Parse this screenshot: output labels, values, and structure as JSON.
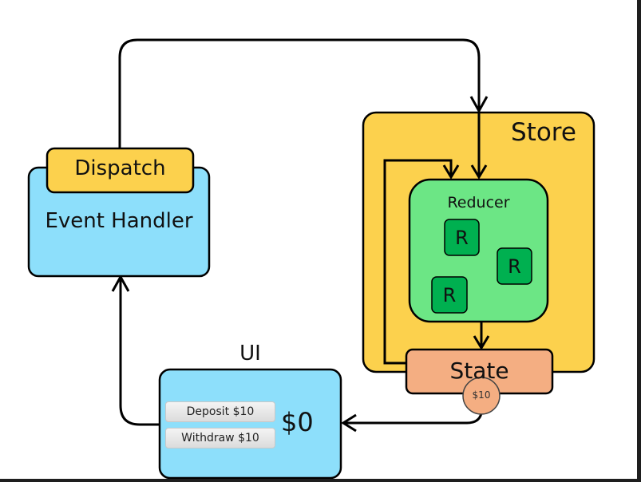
{
  "diagram": {
    "colors": {
      "store": "#fcd14d",
      "dispatch": "#fcd14d",
      "event_handler": "#8ddffb",
      "ui": "#8ddffb",
      "reducer": "#6ce685",
      "reducer_item": "#00b050",
      "state": "#f4ae82",
      "state_badge": "#f4ae82",
      "line": "#000000"
    },
    "nodes": {
      "dispatch": {
        "label": "Dispatch"
      },
      "event_handler": {
        "label": "Event Handler"
      },
      "store": {
        "label": "Store"
      },
      "reducer": {
        "label": "Reducer"
      },
      "reducer_items": [
        {
          "label": "R"
        },
        {
          "label": "R"
        },
        {
          "label": "R"
        }
      ],
      "state": {
        "label": "State",
        "badge": "$10"
      },
      "ui": {
        "label": "UI",
        "balance": "$0"
      }
    },
    "ui_buttons": {
      "deposit": "Deposit $10",
      "withdraw": "Withdraw $10"
    },
    "edges": [
      {
        "from": "dispatch",
        "to": "reducer"
      },
      {
        "from": "state",
        "to": "reducer"
      },
      {
        "from": "reducer",
        "to": "state"
      },
      {
        "from": "state",
        "to": "ui"
      },
      {
        "from": "ui",
        "to": "event_handler"
      }
    ]
  }
}
